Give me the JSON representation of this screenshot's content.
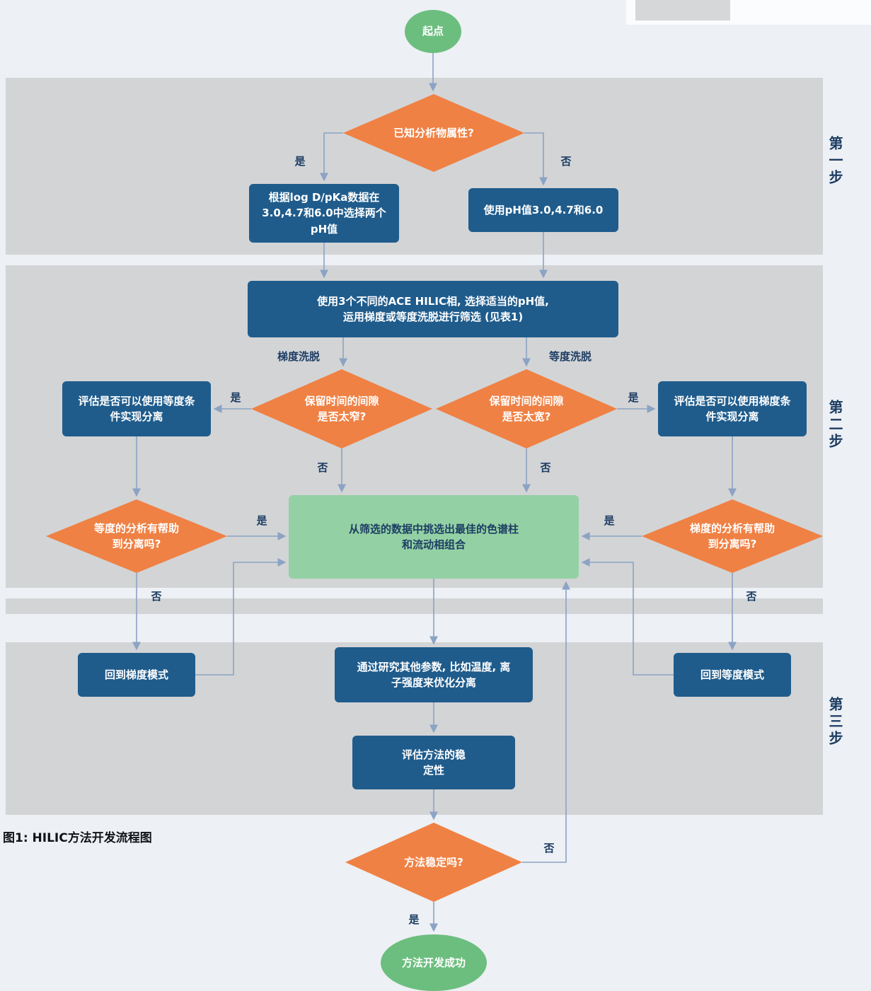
{
  "figure": {
    "caption": "图1: HILIC方法开发流程图"
  },
  "steps": [
    {
      "label": "第一步"
    },
    {
      "label": "第二步"
    },
    {
      "label": "第三步"
    }
  ],
  "nodes": {
    "start": "起点",
    "q_known": "已知分析物属性?",
    "ph_select": "根据log D/pKa数据在\n3.0,4.7和6.0中选择两个\npH值",
    "ph_use": "使用pH值3.0,4.7和6.0",
    "screen": "使用3个不同的ACE HILIC相, 选择适当的pH值,\n运用梯度或等度洗脱进行筛选 (见表1)",
    "q_gap_narrow": "保留时间的间隙\n是否太窄?",
    "q_gap_wide": "保留时间的间隙\n是否太宽?",
    "eval_isocratic": "评估是否可以使用等度条\n件实现分离",
    "eval_gradient": "评估是否可以使用梯度条\n件实现分离",
    "q_isocratic_helps": "等度的分析有帮助\n到分离吗?",
    "q_gradient_helps": "梯度的分析有帮助\n到分离吗?",
    "pick_best": "从筛选的数据中挑选出最佳的色谱柱\n和流动相组合",
    "back_gradient": "回到梯度模式",
    "optimize": "通过研究其他参数, 比如温度, 离\n子强度来优化分离",
    "back_isocratic": "回到等度模式",
    "robustness": "评估方法的稳\n定性",
    "q_stable": "方法稳定吗?",
    "success": "方法开发成功"
  },
  "labels": {
    "yes": "是",
    "no": "否",
    "gradient_elution": "梯度洗脱",
    "isocratic_elution": "等度洗脱"
  },
  "colors": {
    "bg": "#EDF0F4",
    "band": "#D3D4D6",
    "box": "#1F5C8C",
    "diamond": "#EF8144",
    "green-node": "#6CBE7E",
    "green-box": "#93D1A4",
    "line": "#8BA3C4",
    "navy": "#1D3D63"
  }
}
